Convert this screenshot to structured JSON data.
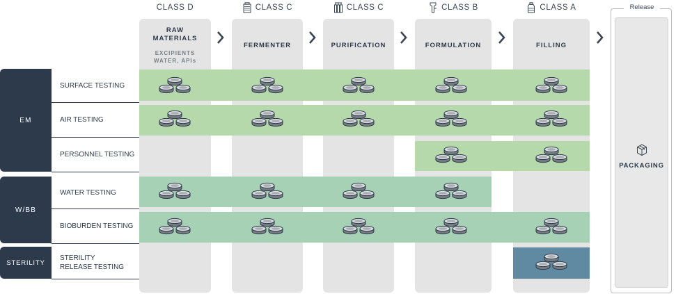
{
  "columns": [
    {
      "class_label": "CLASS D",
      "stage": "RAW MATERIALS",
      "stage_line1": "RAW",
      "stage_line2": "MATERIALS",
      "sub_line1": "EXCIPIENTS",
      "sub_line2": "WATER, APIs"
    },
    {
      "class_label": "CLASS C",
      "stage": "FERMENTER",
      "icon": "fermenter-icon"
    },
    {
      "class_label": "CLASS C",
      "stage": "PURIFICATION",
      "icon": "purification-icon"
    },
    {
      "class_label": "CLASS B",
      "stage": "FORMULATION",
      "icon": "formulation-icon"
    },
    {
      "class_label": "CLASS A",
      "stage": "FILLING",
      "icon": "filling-icon"
    }
  ],
  "release": {
    "title": "Release",
    "stage": "PACKAGING",
    "icon": "package-icon"
  },
  "categories": [
    {
      "label": "EM"
    },
    {
      "label": "W/BB"
    },
    {
      "label": "STERILITY"
    }
  ],
  "rows": [
    {
      "label": "SURFACE TESTING",
      "tested_columns": [
        0,
        1,
        2,
        3,
        4
      ]
    },
    {
      "label": "AIR TESTING",
      "tested_columns": [
        0,
        1,
        2,
        3,
        4
      ]
    },
    {
      "label": "PERSONNEL TESTING",
      "tested_columns": [
        3,
        4
      ]
    },
    {
      "label": "WATER TESTING",
      "tested_columns": [
        0,
        1,
        2,
        3
      ]
    },
    {
      "label": "BIOBURDEN TESTING",
      "tested_columns": [
        0,
        1,
        2,
        3,
        4
      ]
    },
    {
      "label_line1": "STERILITY",
      "label_line2": "RELEASE TESTING",
      "tested_columns": [
        4
      ]
    }
  ],
  "colors": {
    "em_band": "#b6d9ab",
    "wbb_band": "#a7d1b5",
    "sterility_band": "#5f8aa1",
    "category_bg": "#2c3a4b",
    "column_bg": "#e4e4e4"
  },
  "icons": {
    "test_marker": "petri-dish-stack-icon",
    "connector": "chevron-right-icon"
  }
}
